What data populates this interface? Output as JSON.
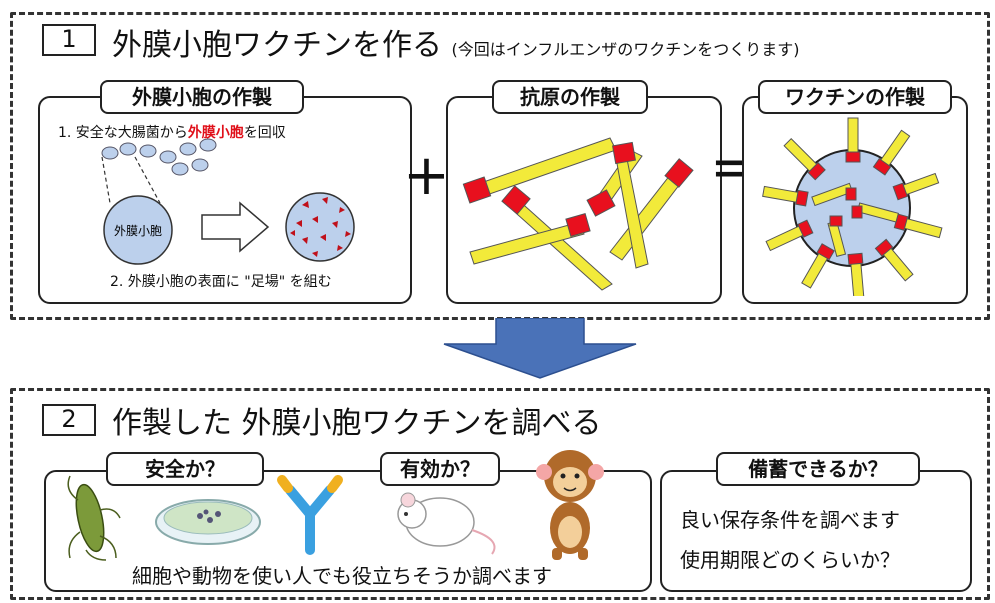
{
  "section1": {
    "number": "1",
    "title": "外膜小胞ワクチンを作る",
    "note": "(今回はインフルエンザのワクチンをつくります)"
  },
  "panel_omv": {
    "label": "外膜小胞の作製",
    "step1_prefix": "1. 安全な大腸菌から",
    "step1_highlight": "外膜小胞",
    "step1_suffix": "を回収",
    "vesicle_label": "外膜小胞",
    "step2": "2. 外膜小胞の表面に \"足場\" を組む"
  },
  "panel_antigen": {
    "label": "抗原の作製"
  },
  "panel_vaccine": {
    "label": "ワクチンの作製"
  },
  "operators": {
    "plus": "+",
    "equals": "="
  },
  "section2": {
    "number": "2",
    "title": "作製した 外膜小胞ワクチンを調べる"
  },
  "safety": {
    "tag_safe": "安全か？",
    "tag_effective": "有効か？",
    "caption": "細胞や動物を使い人でも役立ちそうか調べます"
  },
  "storage": {
    "tag": "備蓄できるか？",
    "line1": "良い保存条件を調べます",
    "line2": "使用期限どのくらいか？"
  },
  "colors": {
    "vesicle_fill": "#bcd0ec",
    "antigen_yellow": "#f2ea3a",
    "antigen_red": "#e8101e",
    "arrow_blue": "#4a72b8"
  }
}
